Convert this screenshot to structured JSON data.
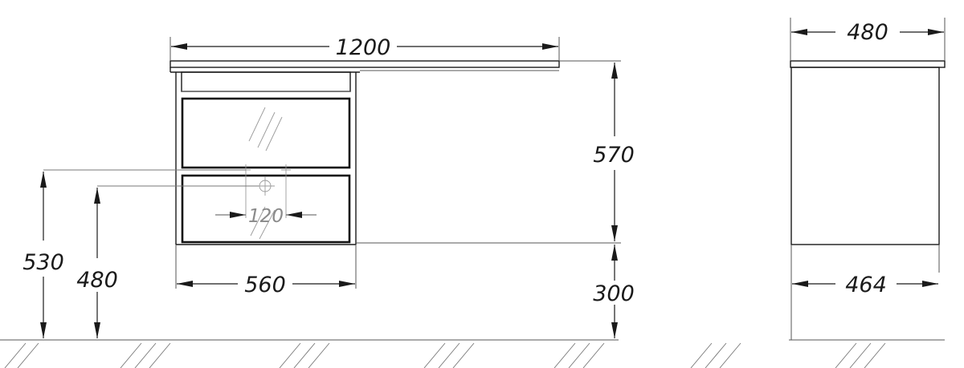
{
  "dimensions": {
    "top_width": "1200",
    "cabinet_height": "570",
    "leg_height": "300",
    "cabinet_width": "560",
    "pipe_height_outer": "530",
    "pipe_height_inner": "480",
    "pipe_spacing": "120",
    "depth_top": "480",
    "depth_bottom": "464"
  },
  "colors": {
    "line": "#1a1a1a",
    "faint": "#8a8a8a"
  }
}
